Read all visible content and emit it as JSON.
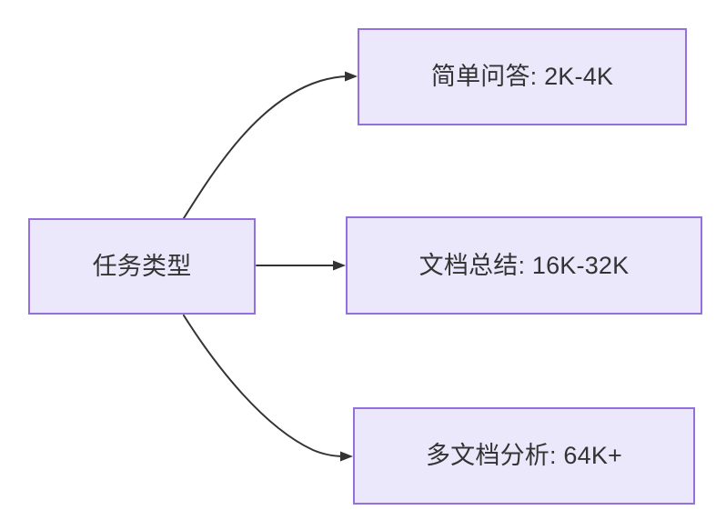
{
  "diagram": {
    "type": "flowchart",
    "direction": "left-to-right",
    "colors": {
      "node_fill": "#ebe8fb",
      "node_border": "#9370db",
      "text": "#333333",
      "edge": "#333333",
      "background": "#ffffff"
    },
    "root": {
      "id": "task-type",
      "label": "任务类型"
    },
    "branches": [
      {
        "id": "simple-qa",
        "label": "简单问答: 2K-4K",
        "task": "简单问答",
        "range": "2K-4K",
        "edge_style": "curved"
      },
      {
        "id": "doc-summary",
        "label": "文档总结: 16K-32K",
        "task": "文档总结",
        "range": "16K-32K",
        "edge_style": "straight"
      },
      {
        "id": "multi-doc",
        "label": "多文档分析: 64K+",
        "task": "多文档分析",
        "range": "64K+",
        "edge_style": "curved"
      }
    ]
  }
}
